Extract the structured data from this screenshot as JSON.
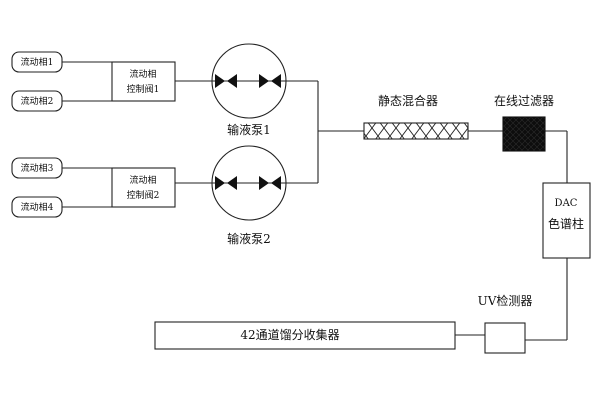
{
  "mobile_phases": [
    "流动相1",
    "流动相2",
    "流动相3",
    "流动相4"
  ],
  "valve1": [
    "流动相",
    "控制阀1"
  ],
  "valve2": [
    "流动相",
    "控制阀2"
  ],
  "pump1": "输液泵1",
  "pump2": "输液泵2",
  "mixer": "静态混合器",
  "filter": "在线过滤器",
  "column": [
    "DAC",
    "色谱柱"
  ],
  "detector": "UV检测器",
  "collector": "42通道馏分收集器"
}
